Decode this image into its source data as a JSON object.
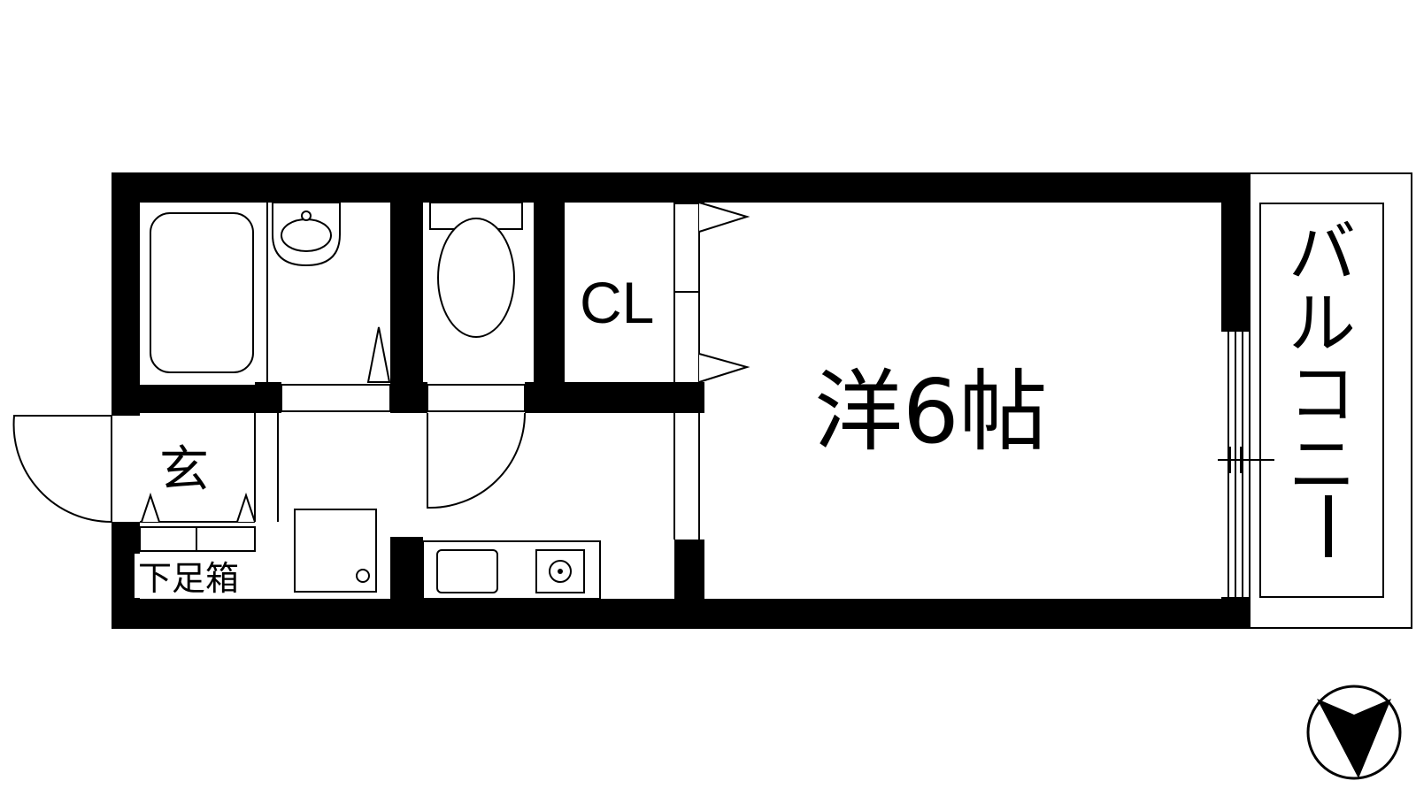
{
  "floor_plan": {
    "rooms": {
      "western_room": "洋6帖",
      "closet": "CL",
      "entrance": "玄",
      "shoe_box": "下足箱",
      "balcony_chars": [
        "バ",
        "ル",
        "コ",
        "ニ",
        "ー"
      ]
    },
    "north_compass": {
      "symbol": "north-arrow"
    },
    "colors": {
      "wall": "#000000",
      "background": "#ffffff"
    }
  }
}
